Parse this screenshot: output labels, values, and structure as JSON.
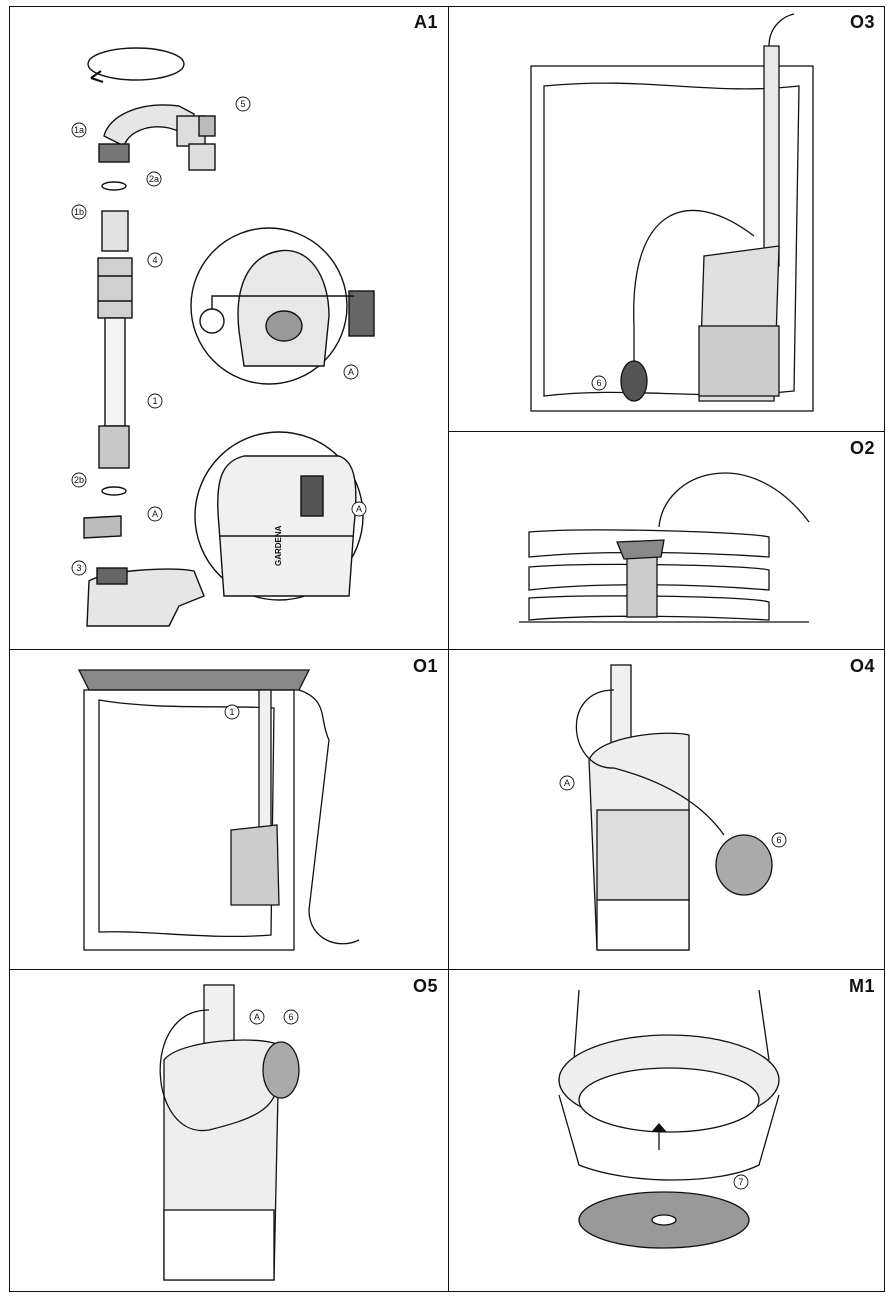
{
  "panels": {
    "a1": {
      "label": "A1",
      "callouts": {
        "c1a": "1a",
        "c2a": "2a",
        "c1b": "1b",
        "c4": "4",
        "c1": "1",
        "c2b": "2b",
        "cA": "A",
        "c3": "3",
        "c5": "5",
        "cA_zoom1": "A",
        "cA_zoom2": "A"
      },
      "brand": "GARDENA"
    },
    "o3": {
      "label": "O3",
      "callouts": {
        "c6": "6"
      }
    },
    "o2": {
      "label": "O2"
    },
    "o1": {
      "label": "O1",
      "callouts": {
        "c1": "1"
      }
    },
    "o4": {
      "label": "O4",
      "callouts": {
        "cA": "A",
        "c6": "6"
      }
    },
    "o5": {
      "label": "O5",
      "callouts": {
        "cA": "A",
        "c6": "6"
      }
    },
    "m1": {
      "label": "M1",
      "callouts": {
        "c7": "7"
      }
    }
  }
}
